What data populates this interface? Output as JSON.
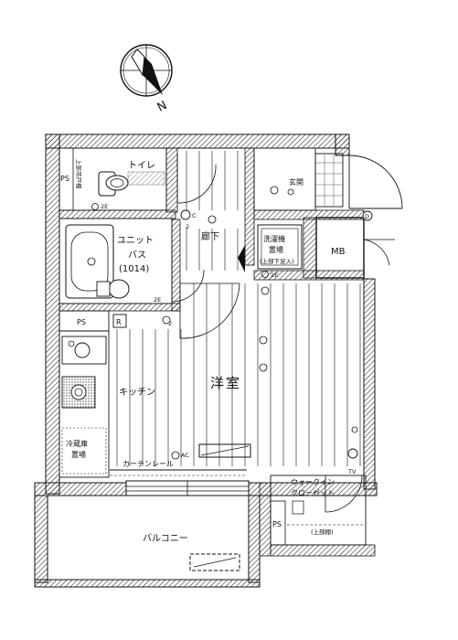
{
  "compass": {
    "north_letter": "N"
  },
  "rooms": {
    "toilet": "トイレ",
    "entrance": "玄関",
    "corridor": "廊下",
    "unit_bath_line1": "ユニット",
    "unit_bath_line2": "バス",
    "unit_bath_size": "(1014)",
    "washer_line1": "洗濯機",
    "washer_line2": "置場",
    "washer_note": "(上部下足入)",
    "mb": "MB",
    "ps_top": "PS",
    "ps_mid": "PS",
    "ps_bottom": "PS",
    "r_box": "R",
    "kitchen": "キッチン",
    "western_room": "洋室",
    "fridge_line1": "冷蔵庫",
    "fridge_line2": "置場",
    "curtain_rail": "カーテンレール",
    "ac": "AC",
    "closet_line1": "ウォークイン",
    "closet_line2": "クローゼット",
    "closet_note": "(上部棚)",
    "balcony": "バルコニー",
    "tv": "TV",
    "storage_note": "上部吊戸棚"
  },
  "symbols": {
    "outlet_c": "C",
    "outlet_d": "D",
    "outlet_2": "2",
    "outlet_2e": "2E",
    "outlet_2e_b": "2E",
    "outlet_2e_c": "2E"
  }
}
